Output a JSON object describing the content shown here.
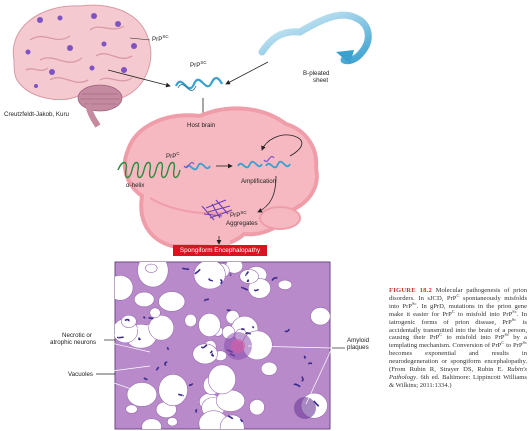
{
  "labels": {
    "prpsc_top": "PrP",
    "prpsc_top_sup": "SC",
    "prpsc_mid": "PrP",
    "prpsc_mid_sup": "SC",
    "beta_sheet_1": "B-pleated",
    "beta_sheet_2": "sheet",
    "cjd_kuru": "Creutzfeldt-Jakob, Kuru",
    "host_brain": "Host brain",
    "prpc": "PrP",
    "prpc_sup": "C",
    "alpha_helix": "α-helix",
    "amplification": "Amplification",
    "prpsc_agg": "PrP",
    "prpsc_agg_sup": "SC",
    "aggregates": "Aggregates",
    "spongiform": "Spongiform Encephalopathy",
    "necrotic_1": "Necrotic or",
    "necrotic_2": "atrophic neurons",
    "vacuoles": "Vacuoles",
    "amyloid_1": "Amyloid",
    "amyloid_2": "plaques"
  },
  "caption": {
    "figure_label": "FIGURE 18.2",
    "text_a": "Molecular pathogenesis of prion disorders. In sJCD, PrP",
    "sup_c1": "C",
    "text_b": "spontaneously misfolds into PrP",
    "sup_sc1": "Sc",
    "text_c": ". In gPrD, mutations in the prion gene make it easier for PrP",
    "sup_c2": "C",
    "text_d": "to misfold into PrP",
    "sup_sc2": "Sc",
    "text_e": ". In iatrogenic forms of prion disease, PrP",
    "sup_sc3": "Sc",
    "text_f": "is accidentally transmitted into the brain of a person, causing their PrP",
    "sup_c3": "C",
    "text_g": "to misfold into PrP",
    "sup_sc4": "Sc",
    "text_h": "by a templating mechanism. Conversion of PrP",
    "sup_c4": "C",
    "text_i": "to PrP",
    "sup_sc5": "Sc",
    "text_j": "becomes exponential and results in neurodegeneration or spongiform encephalopathy. (From Rubin R, Strayer DS, Rubin E. ",
    "book": "Rubin's Pathology",
    "text_k": ". 6th ed. Baltimore: Lippincott Williams & Wilkins; 2011:1334.)"
  },
  "colors": {
    "brain_pink": "#f4c9cf",
    "host_brain_pink": "#f6b9c2",
    "host_brain_rim": "#ef9ea9",
    "prion_spot": "#7d54c2",
    "helix_green": "#2e8b3b",
    "banner_red": "#d7141f",
    "tissue_purple": "#b88ac9",
    "arrow_blue": "#3aa0d0"
  }
}
